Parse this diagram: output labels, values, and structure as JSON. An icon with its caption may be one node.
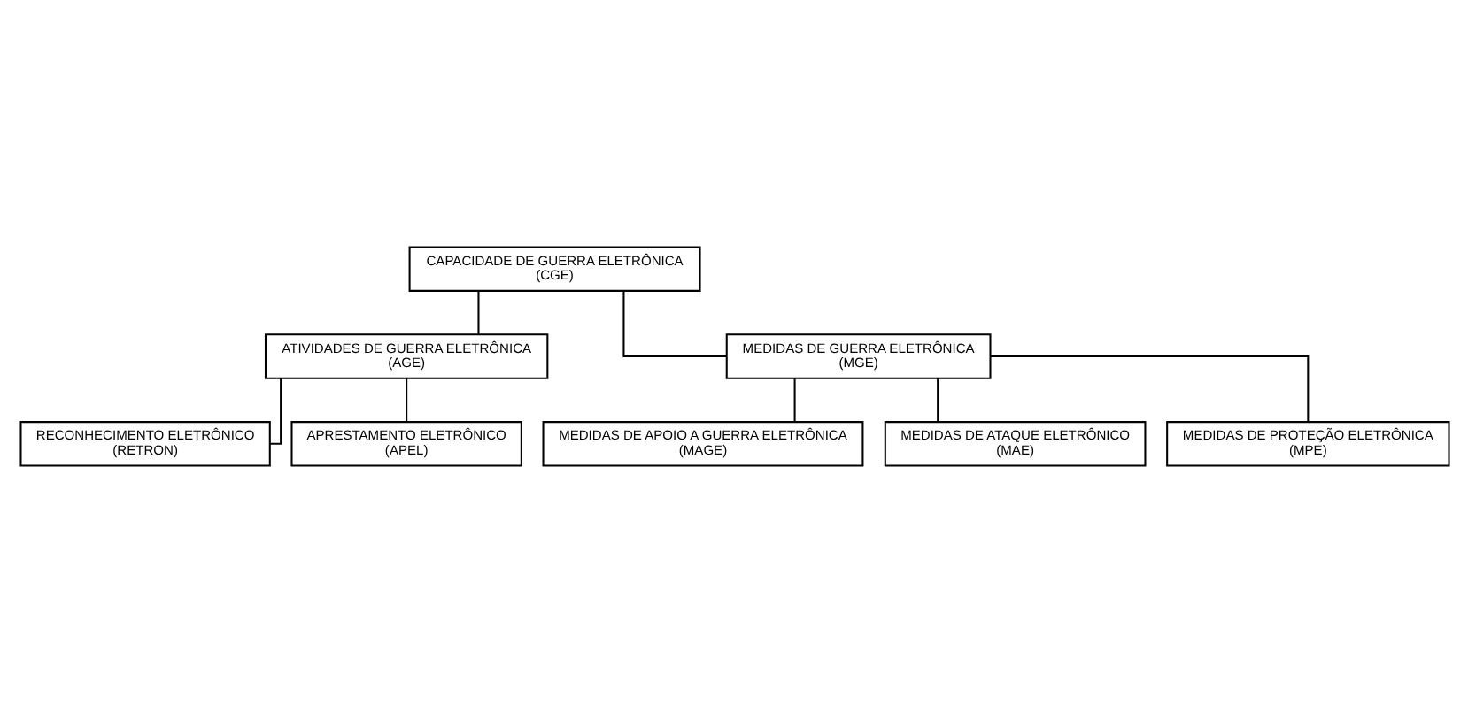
{
  "diagram": {
    "nodes": [
      {
        "text": [
          "CAPACIDADE DE GUERRA ELETRÔNICA",
          "(CGE)"
        ]
      },
      {
        "text": [
          "ATIVIDADES DE GUERRA ELETRÔNICA",
          "(AGE)"
        ]
      },
      {
        "text": [
          "MEDIDAS DE GUERRA ELETRÔNICA",
          "(MGE)"
        ]
      },
      {
        "text": [
          "RECONHECIMENTO ELETRÔNICO",
          "(RETRON)"
        ]
      },
      {
        "text": [
          "APRESTAMENTO ELETRÔNICO",
          "(APEL)"
        ]
      },
      {
        "text": [
          "MEDIDAS DE APOIO A GUERRA ELETRÔNICA",
          "(MAGE)"
        ]
      },
      {
        "text": [
          "MEDIDAS DE ATAQUE ELETRÔNICO",
          "(MAE)"
        ]
      },
      {
        "text": [
          "MEDIDAS DE PROTEÇÃO ELETRÔNICA",
          "(MPE)"
        ]
      }
    ],
    "edges": [
      {
        "from": 0,
        "to": 1,
        "arrow": "none"
      },
      {
        "from": 0,
        "to": 2,
        "arrow": "none"
      },
      {
        "from": 1,
        "to": 3,
        "arrow": "none"
      },
      {
        "from": 1,
        "to": 4,
        "arrow": "none"
      },
      {
        "from": 2,
        "to": 5,
        "arrow": "none"
      },
      {
        "from": 2,
        "to": 6,
        "arrow": "none"
      },
      {
        "from": 2,
        "to": 7,
        "arrow": "none"
      }
    ]
  }
}
